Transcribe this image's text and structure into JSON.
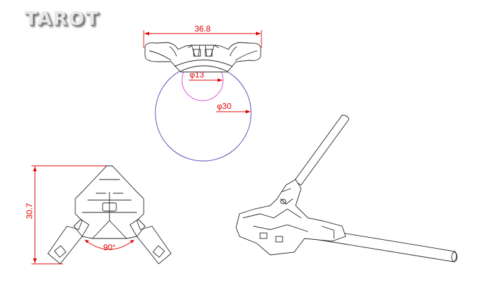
{
  "logo": "TAROT",
  "top_view": {
    "width_dim": "36.8",
    "small_diameter": "φ13",
    "large_diameter": "φ30"
  },
  "front_view": {
    "height_dim": "30.7",
    "angle": "90°"
  },
  "colors": {
    "dimension": "#e00000",
    "small_circle": "#d040d0",
    "large_circle": "#4040b0",
    "outline": "#222222"
  }
}
